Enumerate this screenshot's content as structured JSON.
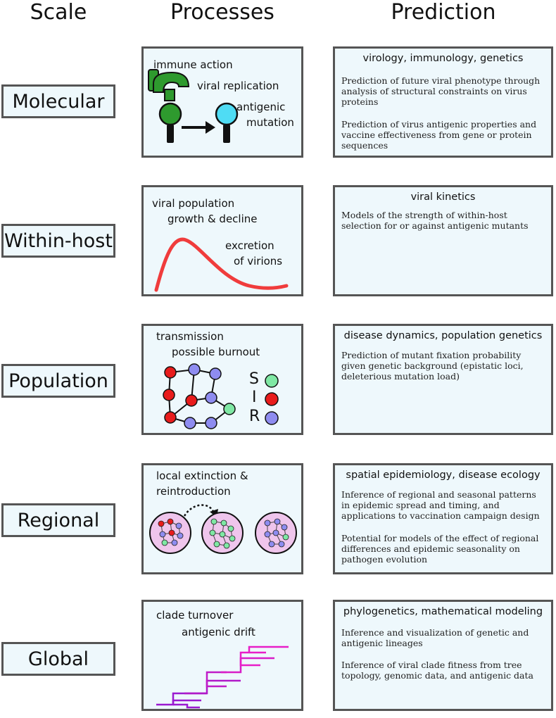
{
  "headers": {
    "scale": "Scale",
    "processes": "Processes",
    "prediction": "Prediction"
  },
  "rows": [
    {
      "scale": "Molecular",
      "process_labels": [
        "immune action",
        "viral replication",
        "antigenic",
        "mutation"
      ],
      "prediction_title": "virology, immunology, genetics",
      "prediction_paragraphs": [
        "Prediction of future viral phenotype through analysis of structural constraints on virus proteins",
        "Prediction of virus antigenic properties and vaccine effectiveness from gene or protein sequences"
      ]
    },
    {
      "scale": "Within-host",
      "process_labels": [
        "viral population",
        "growth & decline",
        "excretion",
        "of virions"
      ],
      "prediction_title": "viral kinetics",
      "prediction_paragraphs": [
        "Models of the strength of within-host selection for or against antigenic mutants"
      ]
    },
    {
      "scale": "Population",
      "process_labels": [
        "transmission",
        "possible burnout"
      ],
      "sir_letters": [
        "S",
        "I",
        "R"
      ],
      "prediction_title": "disease dynamics, population genetics",
      "prediction_paragraphs": [
        "Prediction of mutant fixation probability given genetic background (epistatic loci, deleterious mutation load)"
      ]
    },
    {
      "scale": "Regional",
      "process_labels": [
        "local extinction &",
        "reintroduction"
      ],
      "prediction_title": "spatial epidemiology, disease ecology",
      "prediction_paragraphs": [
        "Inference of regional and seasonal patterns in epidemic spread and timing, and applications to vaccination campaign design",
        "Potential for models of the effect of regional differences and epidemic seasonality on pathogen evolution"
      ]
    },
    {
      "scale": "Global",
      "process_labels": [
        "clade turnover",
        "antigenic drift"
      ],
      "prediction_title": "phylogenetics, mathematical modeling",
      "prediction_paragraphs": [
        "Inference and visualization of genetic and antigenic lineages",
        "Inference of viral clade fitness from tree topology, genomic data, and antigenic data"
      ]
    }
  ],
  "colors": {
    "box_fill": "#eef8fc",
    "box_border": "#555555",
    "susceptible": "#7fe8a4",
    "infected": "#e81c1c",
    "recovered": "#8e8cf0",
    "antibody": "#2e9a2e",
    "virus_old": "#2e9a2e",
    "virus_new": "#4fdcf4",
    "curve": "#f03c3c",
    "region_fill": "#efc5ec",
    "tree_old": "#9a1ad0",
    "tree_new": "#e81ec8"
  }
}
